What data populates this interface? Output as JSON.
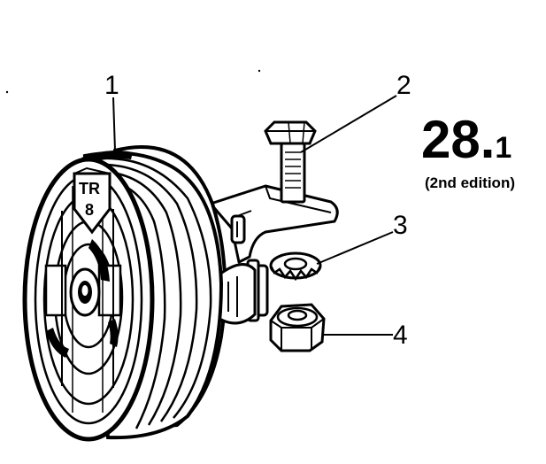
{
  "figure": {
    "number_main": "28.",
    "number_sub": "1",
    "edition": "(2nd edition)"
  },
  "callouts": [
    {
      "label": "1",
      "part": "horn"
    },
    {
      "label": "2",
      "part": "bolt"
    },
    {
      "label": "3",
      "part": "lock washer"
    },
    {
      "label": "4",
      "part": "nut"
    }
  ],
  "horn_emblem": {
    "line1": "TR",
    "line2": "8"
  },
  "colors": {
    "ink": "#000000",
    "paper": "#ffffff"
  }
}
